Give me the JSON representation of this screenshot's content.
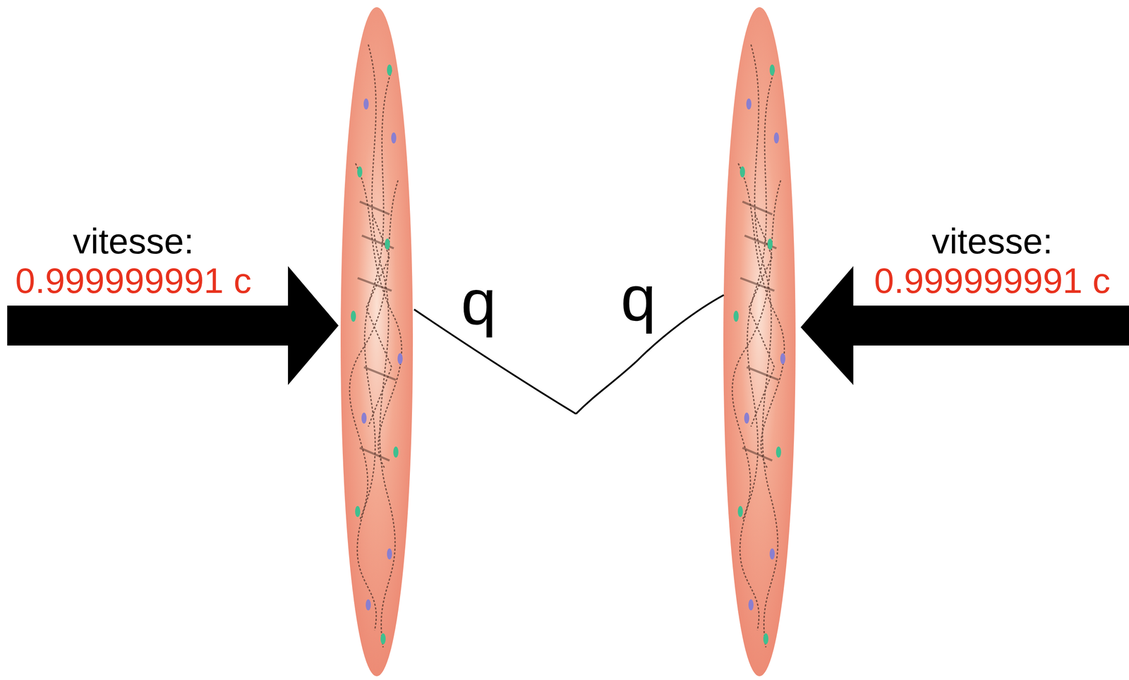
{
  "diagram": {
    "labels": [
      "vitesse:",
      "0.999999991 c",
      "q",
      "q",
      "vitesse:",
      "0.999999991 c"
    ]
  }
}
